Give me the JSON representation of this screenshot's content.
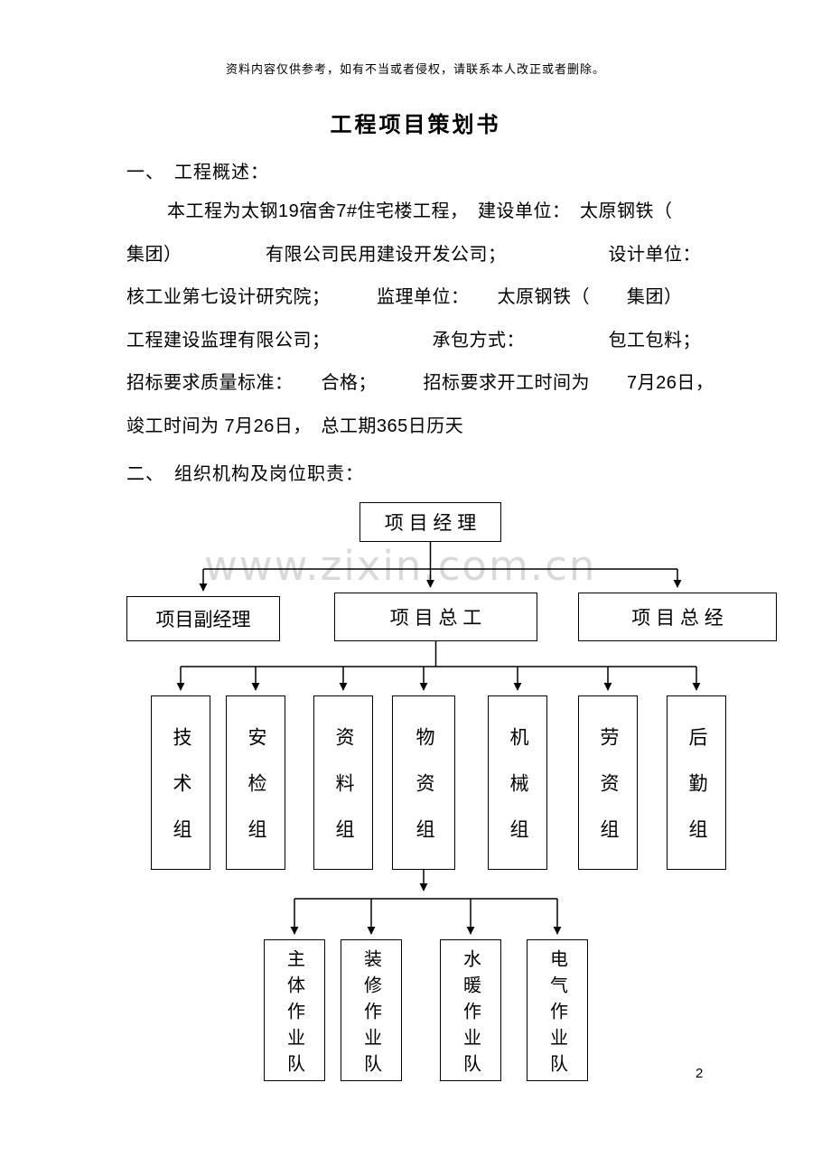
{
  "page": {
    "disclaimer": "资料内容仅供参考，如有不当或者侵权，请联系本人改正或者删除。",
    "title": "工程项目策划书",
    "watermark": "www.zixin.com.cn",
    "page_number": "2"
  },
  "sections": {
    "overview": {
      "heading": "一、　工程概述：",
      "lines": [
        "本工程为太钢19宿舍7#住宅楼工程，　建设单位：　太原钢铁（",
        "集团）　　　　　有限公司民用建设开发公司；　　　　　　设计单位：",
        "核工业第七设计研究院；　　　监理单位：　　太原钢铁（　　集团）",
        "工程建设监理有限公司；　　　　　　承包方式：　　　　　包工包料；",
        "招标要求质量标准：　　合格；　　　招标要求开工时间为　　7月26日，",
        "竣工时间为 7月26日，　总工期365日历天"
      ]
    },
    "organization": {
      "heading": "二、　组织机构及岗位职责："
    }
  },
  "org_chart": {
    "root": {
      "label": "项 目 经 理"
    },
    "level2": [
      {
        "label": "项目副经理"
      },
      {
        "label": "项 目 总 工"
      },
      {
        "label": "项 目 总 经"
      }
    ],
    "level3": [
      {
        "label": "技术组"
      },
      {
        "label": "安检组"
      },
      {
        "label": "资料组"
      },
      {
        "label": "物资组"
      },
      {
        "label": "机械组"
      },
      {
        "label": "劳资组"
      },
      {
        "label": "后勤组"
      }
    ],
    "level4": [
      {
        "label": "主体作业队"
      },
      {
        "label": "装修作业队"
      },
      {
        "label": "水暖作业队"
      },
      {
        "label": "电气作业队"
      }
    ]
  }
}
